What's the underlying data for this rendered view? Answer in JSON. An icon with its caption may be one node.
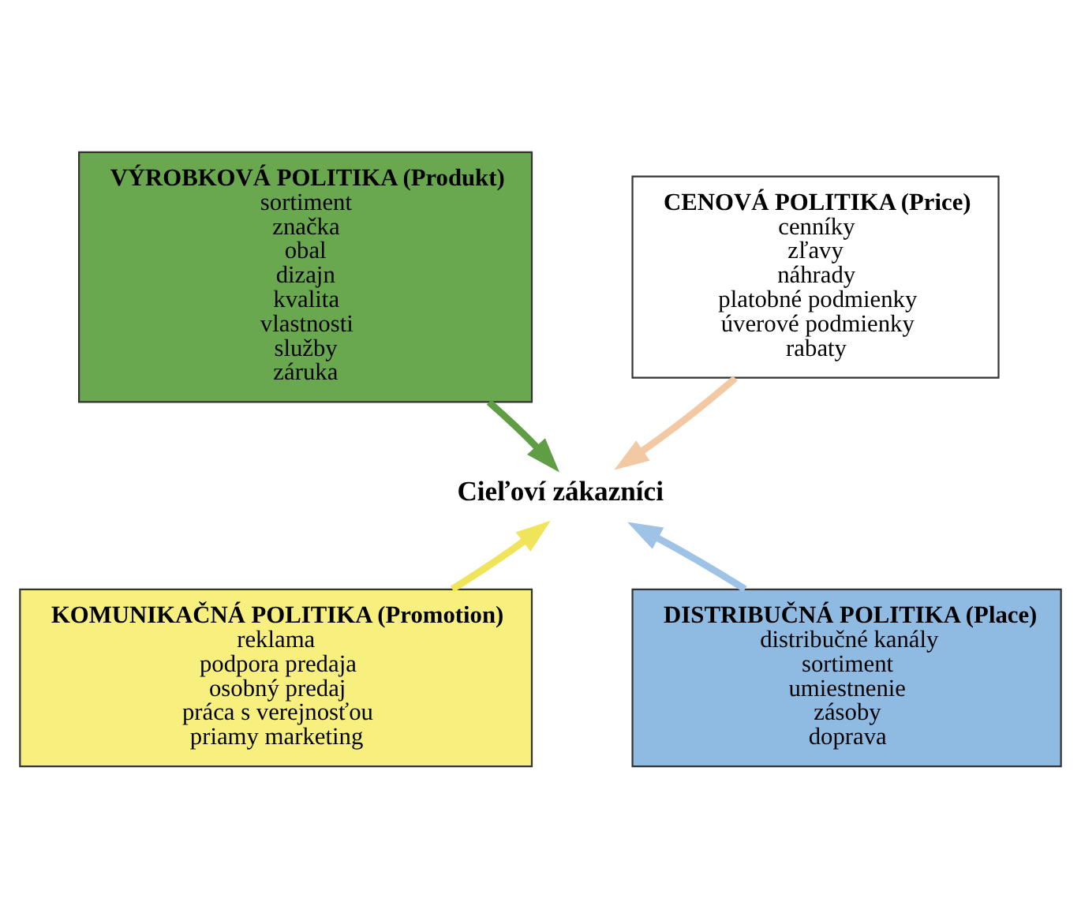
{
  "diagram": {
    "nodes": [
      {
        "text": [
          "VÝROBKOVÁ POLITIKA (Produkt)",
          "sortiment",
          "značka",
          "obal",
          "dizajn",
          "kvalita",
          "vlastnosti",
          "služby",
          "záruka"
        ]
      },
      {
        "text": [
          "CENOVÁ POLITIKA (Price)",
          "cenníky",
          "zľavy",
          "náhrady",
          "platobné podmienky",
          "úverové podmienky",
          "rabaty"
        ]
      },
      {
        "text": [
          "Cieľoví zákazníci"
        ]
      },
      {
        "text": [
          "KOMUNIKAČNÁ POLITIKA (Promotion)",
          "reklama",
          "podpora predaja",
          "osobný predaj",
          "práca s verejnosťou",
          "priamy marketing"
        ]
      },
      {
        "text": [
          "DISTRIBUČNÁ POLITIKA (Place)",
          "distribučné kanály",
          "sortiment",
          "umiestnenie",
          "zásoby",
          "doprava"
        ]
      }
    ],
    "edges": [
      {
        "from": 0,
        "to": 2,
        "arrow": "to",
        "color": "#5f9e45"
      },
      {
        "from": 1,
        "to": 2,
        "arrow": "to",
        "color": "#f2c9a2"
      },
      {
        "from": 3,
        "to": 2,
        "arrow": "to",
        "color": "#f0e45a"
      },
      {
        "from": 4,
        "to": 2,
        "arrow": "to",
        "color": "#9fc3e6"
      }
    ]
  }
}
